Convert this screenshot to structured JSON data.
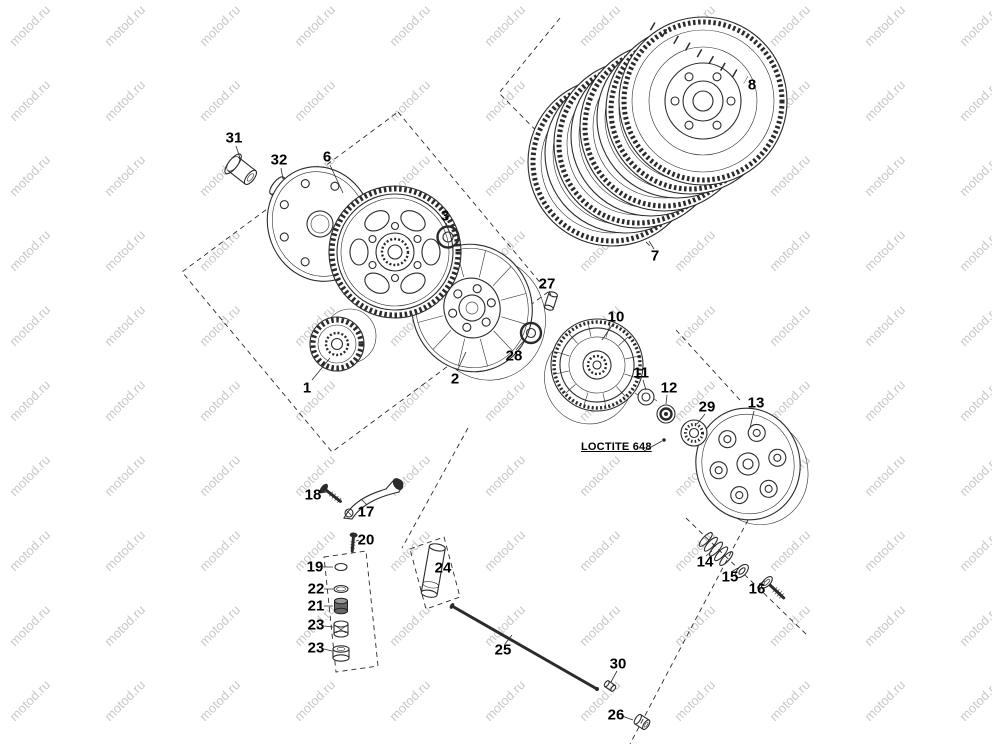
{
  "watermark": {
    "text": "motod.ru",
    "color": "#c9c9c9"
  },
  "note": {
    "loctite": "LOCTITE 648"
  },
  "parts": {
    "p1": "1",
    "p2": "2",
    "p3": "3",
    "p6": "6",
    "p7": "7",
    "p8": "8",
    "p10": "10",
    "p11": "11",
    "p12": "12",
    "p13": "13",
    "p14": "14",
    "p15": "15",
    "p16": "16",
    "p17": "17",
    "p18": "18",
    "p19": "19",
    "p20": "20",
    "p21": "21",
    "p22": "22",
    "p23a": "23",
    "p23b": "23",
    "p24": "24",
    "p25": "25",
    "p26": "26",
    "p27": "27",
    "p28": "28",
    "p29": "29",
    "p30": "30",
    "p31": "31",
    "p32": "32"
  }
}
